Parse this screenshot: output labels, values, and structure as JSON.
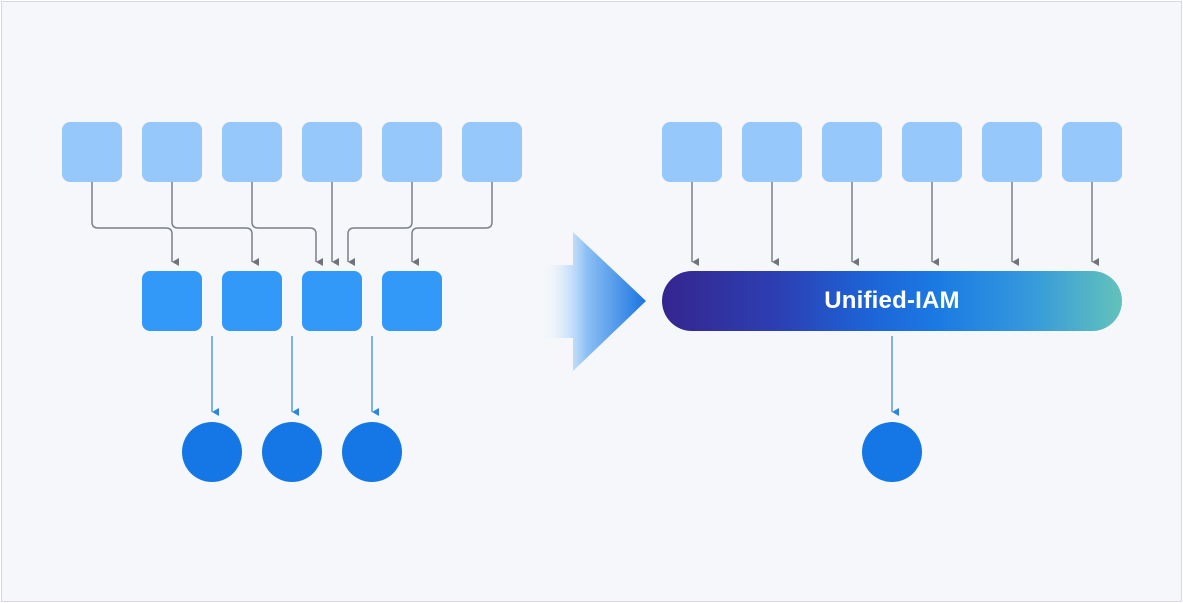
{
  "diagram": {
    "before": {
      "sources": [
        "source",
        "source",
        "source",
        "source",
        "source",
        "source"
      ],
      "gateways": [
        "gateway",
        "gateway",
        "gateway",
        "gateway"
      ],
      "endpoints": [
        "endpoint",
        "endpoint",
        "endpoint"
      ]
    },
    "after": {
      "sources": [
        "source",
        "source",
        "source",
        "source",
        "source",
        "source"
      ],
      "hub_label": "Unified-IAM",
      "endpoints": [
        "endpoint"
      ]
    }
  },
  "colors": {
    "background": "#f5f7fa",
    "source_box": "#96c8fb",
    "gateway_box": "#3399f8",
    "endpoint": "#1577e5",
    "connector": "#7b7f88",
    "flow_connector": "#2f86dc",
    "hub_gradient": [
      "#35258e",
      "#1b7ae3",
      "#63c2bb"
    ]
  }
}
